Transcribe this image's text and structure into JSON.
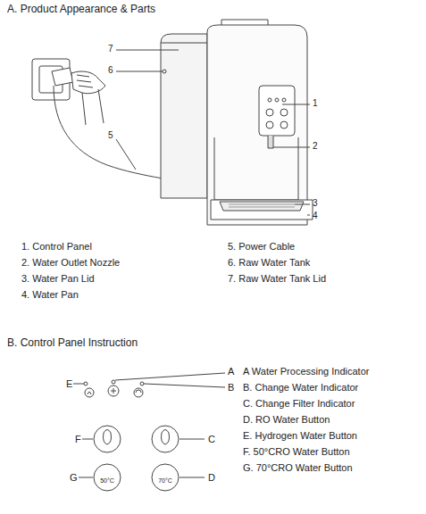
{
  "diagram": {
    "labels": [
      "A. Product Appearance & Parts",
      "7",
      "6",
      "5",
      "1",
      "2",
      "3",
      "4",
      "1. Control Panel",
      "2. Water Outlet Nozzle",
      "3. Water Pan Lid",
      "4. Water Pan",
      "5. Power Cable",
      "6. Raw Water Tank",
      "7. Raw Water Tank Lid",
      "B. Control Panel Instruction",
      "A",
      "E",
      "B",
      "F",
      "C",
      "G",
      "D",
      "50°C",
      "70°C",
      "A Water Processing Indicator",
      "B. Change Water Indicator",
      "C. Change Filter Indicator",
      "D. RO Water Button",
      "E. Hydrogen Water Button",
      "F. 50°CRO Water Button",
      "G. 70°CRO Water Button"
    ]
  }
}
